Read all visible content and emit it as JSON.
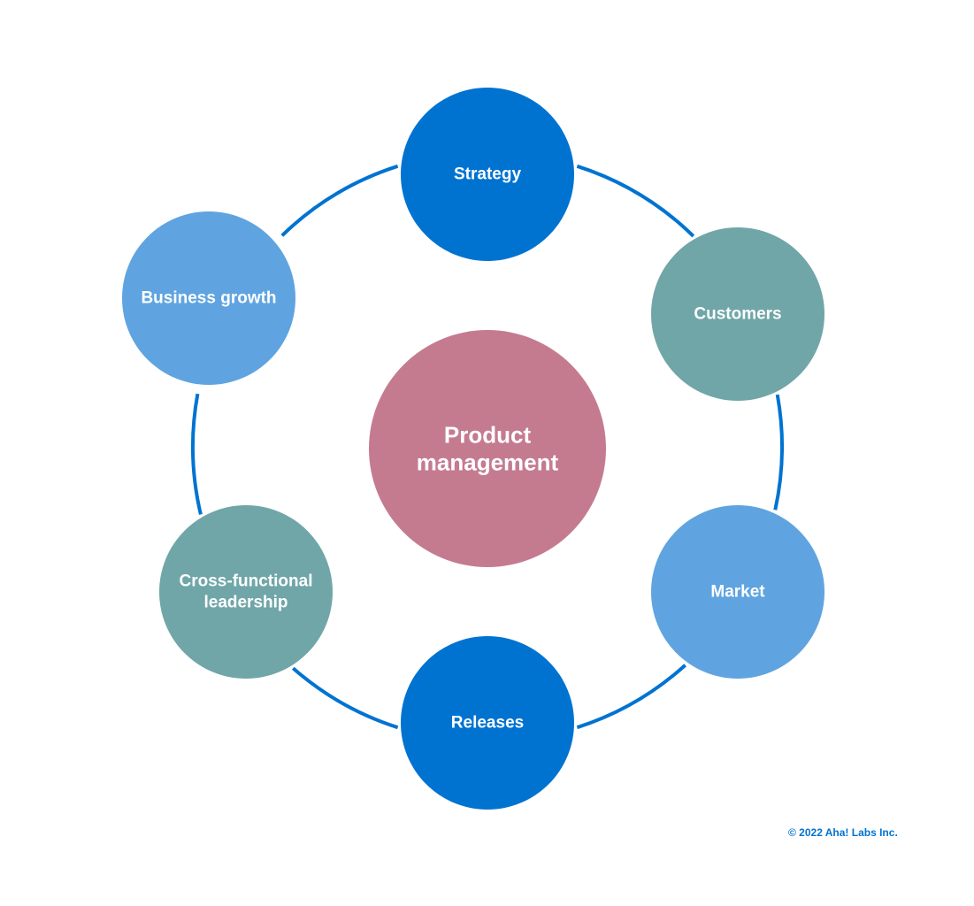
{
  "center": {
    "label_lines": [
      "Product",
      "management"
    ],
    "color": "#c47b90"
  },
  "ring_color": "#0073d1",
  "nodes": [
    {
      "id": "strategy",
      "label_lines": [
        "Strategy"
      ],
      "color": "#0073d1"
    },
    {
      "id": "customers",
      "label_lines": [
        "Customers"
      ],
      "color": "#70a6a8"
    },
    {
      "id": "market",
      "label_lines": [
        "Market"
      ],
      "color": "#5fa4e0"
    },
    {
      "id": "releases",
      "label_lines": [
        "Releases"
      ],
      "color": "#0073d1"
    },
    {
      "id": "cross-functional-leadership",
      "label_lines": [
        "Cross-functional",
        "leadership"
      ],
      "color": "#70a6a8"
    },
    {
      "id": "business-growth",
      "label_lines": [
        "Business growth"
      ],
      "color": "#5fa4e0"
    }
  ],
  "copyright": {
    "text": "© 2022 Aha! Labs Inc.",
    "color": "#0073d1"
  }
}
